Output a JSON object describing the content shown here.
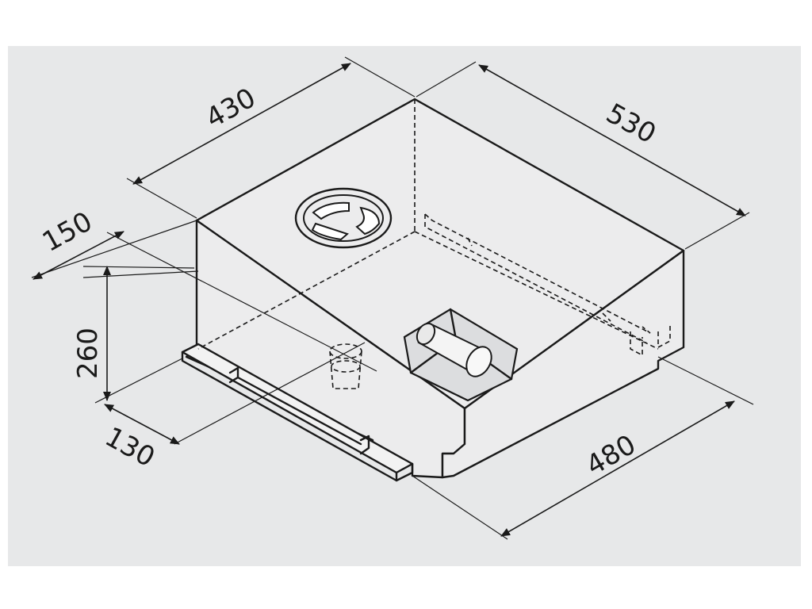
{
  "dimensions": {
    "width_top": "430",
    "depth_top": "530",
    "offset_left": "150",
    "height": "260",
    "offset_bottom": "130",
    "depth_bottom": "480"
  },
  "colors": {
    "background_panel": "#e7e8e9",
    "tank_face": "#ececed",
    "line": "#1a1a1a"
  },
  "icons": [
    "filler-cap-icon",
    "outlet-pipe-icon",
    "drain-fitting-icon"
  ]
}
